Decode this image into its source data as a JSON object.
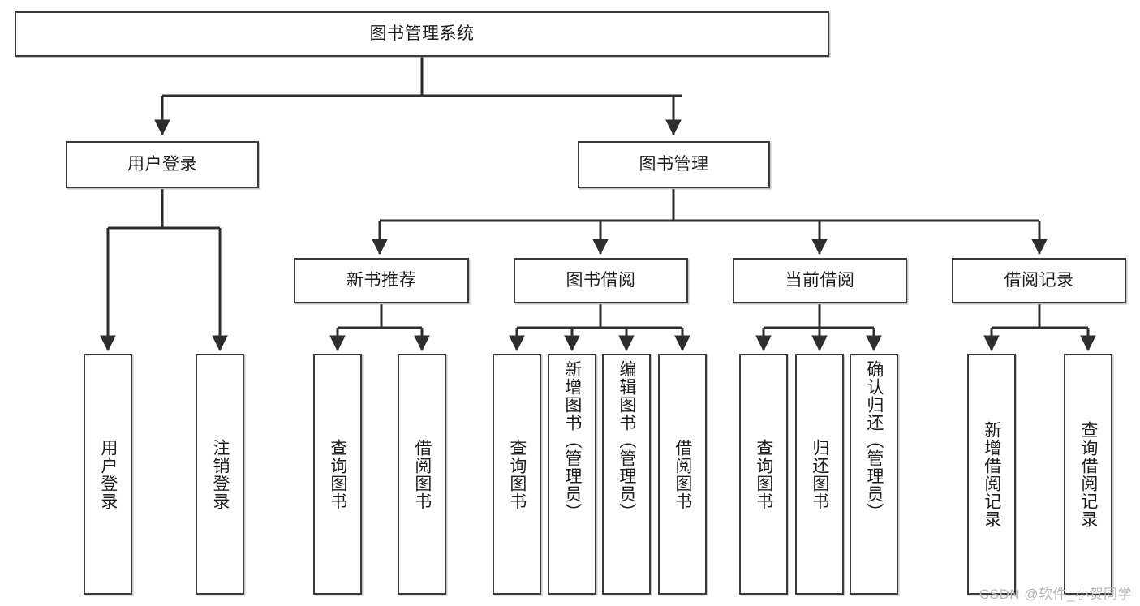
{
  "diagram": {
    "title": "图书管理系统",
    "type": "tree-hierarchy-chart",
    "root": {
      "label": "图书管理系统"
    },
    "level2": [
      {
        "label": "用户登录"
      },
      {
        "label": "图书管理"
      }
    ],
    "level3": [
      {
        "label": "新书推荐"
      },
      {
        "label": "图书借阅"
      },
      {
        "label": "当前借阅"
      },
      {
        "label": "借阅记录"
      }
    ],
    "leaves": {
      "user_login": [
        {
          "label": "用户登录"
        },
        {
          "label": "注销登录"
        }
      ],
      "new_book_recommend": [
        {
          "label": "查询图书"
        },
        {
          "label": "借阅图书"
        }
      ],
      "book_borrow": [
        {
          "label": "查询图书"
        },
        {
          "label": "新增图书（管理员）"
        },
        {
          "label": "编辑图书（管理员）"
        },
        {
          "label": "借阅图书"
        }
      ],
      "current_borrow": [
        {
          "label": "查询图书"
        },
        {
          "label": "归还图书"
        },
        {
          "label": "确认归还（管理员）"
        }
      ],
      "borrow_records": [
        {
          "label": "新增借阅记录"
        },
        {
          "label": "查询借阅记录"
        }
      ]
    }
  },
  "watermark": {
    "text": "CSDN @软件_小贺同学"
  },
  "colors": {
    "stroke": "#3a3a3a",
    "box_fill": "#ffffff",
    "text": "#1c1c1c",
    "watermark": "#b6b6b6",
    "background": "#ffffff"
  }
}
